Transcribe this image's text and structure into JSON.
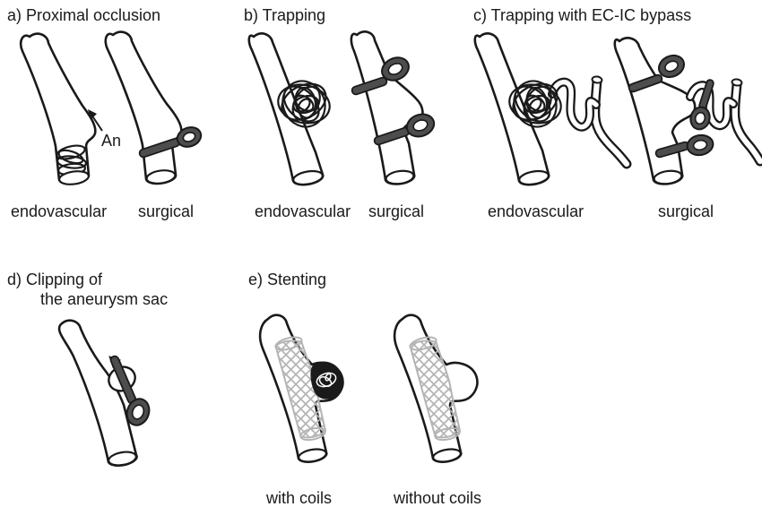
{
  "colors": {
    "background": "#ffffff",
    "line": "#1a1a1a",
    "clip": "#4d4d4d",
    "stent": "#b4b4b4"
  },
  "panels": {
    "a": {
      "title": "a) Proximal occlusion",
      "annotation": "An",
      "label_left": "endovascular",
      "label_right": "surgical"
    },
    "b": {
      "title": "b) Trapping",
      "label_left": "endovascular",
      "label_right": "surgical"
    },
    "c": {
      "title": "c) Trapping with EC-IC bypass",
      "label_left": "endovascular",
      "label_right": "surgical"
    },
    "d": {
      "title_line1": "d) Clipping of",
      "title_line2": "the aneurysm sac"
    },
    "e": {
      "title": "e) Stenting",
      "label_left": "with coils",
      "label_right": "without coils"
    }
  }
}
